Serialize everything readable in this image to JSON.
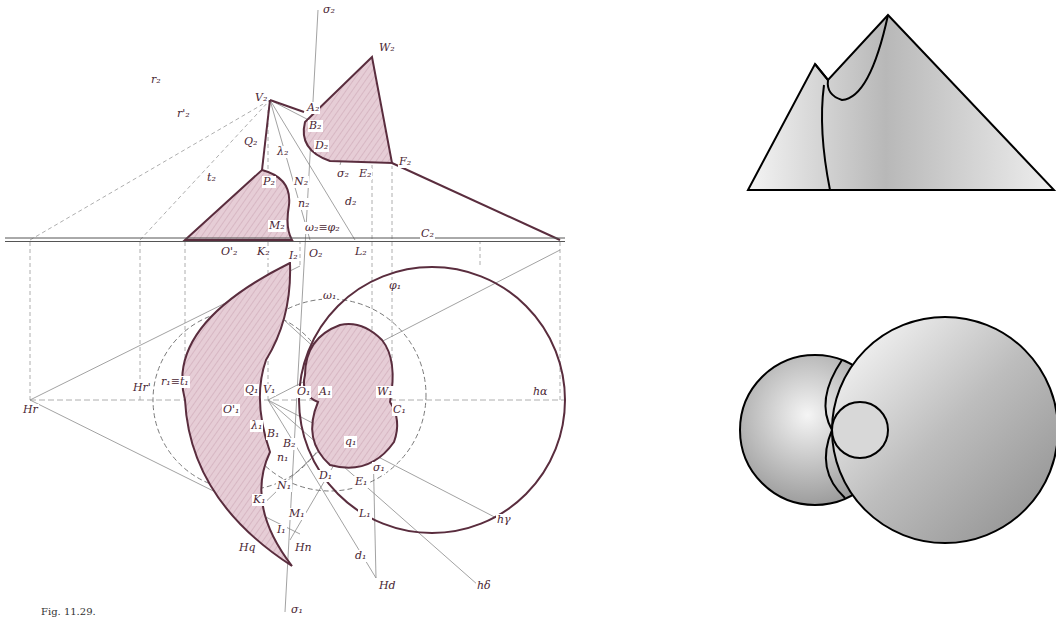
{
  "diagram": {
    "caption": "Fig. 11.29.",
    "labels": [
      "σ₂",
      "W₂",
      "V₂",
      "A₂",
      "B₂",
      "D₂",
      "r₂",
      "r'₂",
      "Q₂",
      "λ₂",
      "P₂",
      "t₂",
      "N₂",
      "n₂",
      "σ₂",
      "E₂",
      "F₂",
      "d₂",
      "M₂",
      "ω₂≡φ₂",
      "O'₂",
      "K₂",
      "I₂",
      "O₂",
      "L₂",
      "C₂",
      "φ₁",
      "ω₁",
      "Hr",
      "Hr'",
      "r₁≡t₁",
      "O'₁",
      "Q₁",
      "V₁",
      "O₁",
      "A₁",
      "W₁",
      "C₁",
      "hα",
      "λ₁",
      "B₁",
      "B₂",
      "n₁",
      "q₁",
      "D₁",
      "σ₁",
      "E₁",
      "K₁",
      "N₁",
      "M₁",
      "L₁",
      "d₁",
      "Hq",
      "I₁",
      "Hn",
      "Hd",
      "hδ",
      "hγ",
      "σ₁"
    ]
  }
}
